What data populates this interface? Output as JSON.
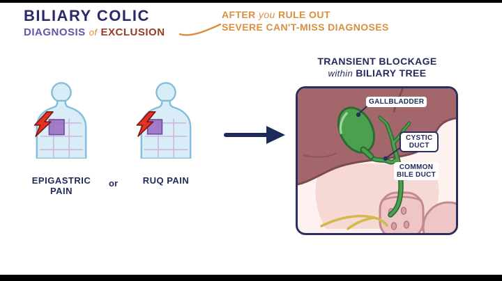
{
  "header": {
    "title": "BILIARY COLIC",
    "subtitle": {
      "word1": "DIAGNOSIS",
      "word2": "of",
      "word3": "EXCLUSION"
    },
    "note": {
      "line1_a": "AFTER",
      "line1_b": "you",
      "line1_c": "RULE OUT",
      "line2": "SEVERE CAN'T-MISS DIAGNOSES"
    }
  },
  "figures": {
    "epigastric_label_line1": "EPIGASTRIC",
    "epigastric_label_line2": "PAIN",
    "or_word": "or",
    "ruq_label": "RUQ PAIN"
  },
  "panel": {
    "heading_line1": "TRANSIENT BLOCKAGE",
    "heading_within": "within",
    "heading_line2": "BILIARY TREE",
    "labels": {
      "gallbladder": "GALLBLADDER",
      "cystic_line1": "CYSTIC",
      "cystic_line2": "DUCT",
      "cbd_line1": "COMMON",
      "cbd_line2": "BILE DUCT"
    }
  },
  "colors": {
    "navy": "#2b2a66",
    "purple": "#6b51a8",
    "orange": "#d98f3e",
    "maroon_text": "#9a3a20",
    "pain_red": "#e23125",
    "highlight_purple": "#9a6cc3",
    "body_blue": "#d9edf7",
    "liver": "#a2666b",
    "gallbladder_green": "#4aa04e",
    "duodenum_pink": "#efc5c5",
    "duct_yellow": "#d2b94a"
  }
}
